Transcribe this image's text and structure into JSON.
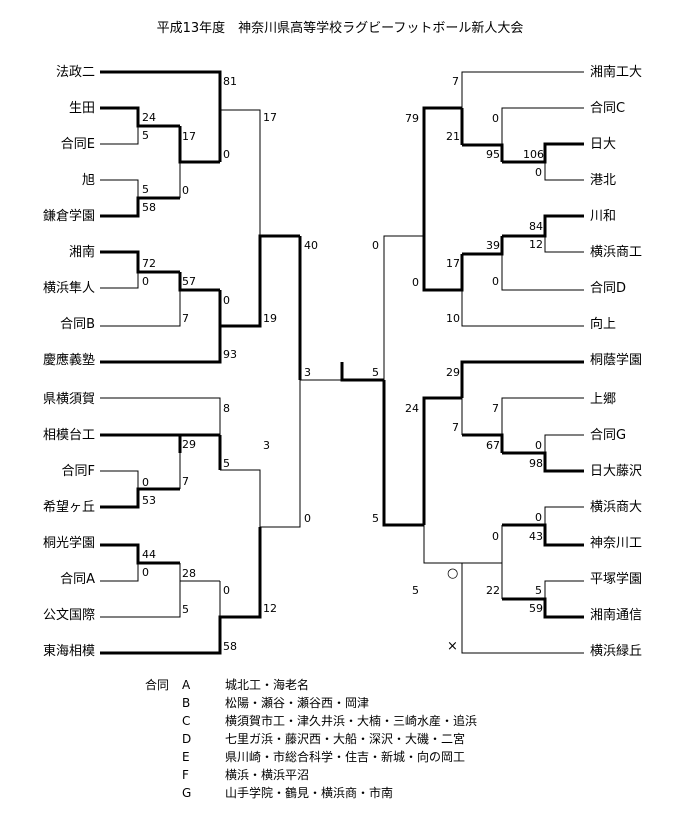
{
  "title": "平成13年度　神奈川県高等学校ラグビーフットボール新人大会",
  "left_teams": [
    "法政二",
    "生田",
    "合同E",
    "旭",
    "鎌倉学園",
    "湘南",
    "横浜隼人",
    "合同B",
    "慶應義塾",
    "県横須賀",
    "相模台工",
    "合同F",
    "希望ヶ丘",
    "桐光学園",
    "合同A",
    "公文国際",
    "東海相模"
  ],
  "right_teams": [
    "湘南工大",
    "合同C",
    "日大",
    "港北",
    "川和",
    "横浜商工",
    "合同D",
    "向上",
    "桐蔭学園",
    "上郷",
    "合同G",
    "日大藤沢",
    "横浜商大",
    "神奈川工",
    "平塚学園",
    "湘南通信",
    "横浜緑丘"
  ],
  "scores": {
    "l_r1_a": "24",
    "l_r1_b": "5",
    "l_r1_c": "5",
    "l_r1_d": "58",
    "l_r1_e": "72",
    "l_r1_f": "0",
    "l_r1_g": "0",
    "l_r1_h": "53",
    "l_r1_i": "44",
    "l_r1_j": "0",
    "l_r2_a": "17",
    "l_r2_b": "0",
    "l_r2_c": "57",
    "l_r2_d": "7",
    "l_r2_e": "29",
    "l_r2_f": "7",
    "l_r2_g": "28",
    "l_r2_h": "5",
    "l_r3_a": "81",
    "l_r3_b": "0",
    "l_r3_c": "0",
    "l_r3_d": "93",
    "l_r3_e": "8",
    "l_r3_f": "5",
    "l_r3_g": "0",
    "l_r3_h": "58",
    "l_r4_a": "17",
    "l_r4_b": "19",
    "l_r4_c": "3",
    "l_r4_d": "12",
    "l_r5_a": "40",
    "l_r5_b": "0",
    "final_l": "3",
    "final_r": "5",
    "r_r1_a": "106",
    "r_r1_b": "0",
    "r_r1_c": "84",
    "r_r1_d": "12",
    "r_r1_e": "0",
    "r_r1_f": "98",
    "r_r1_g": "0",
    "r_r1_h": "43",
    "r_r1_i": "5",
    "r_r1_j": "59",
    "r_r2_a": "0",
    "r_r2_b": "95",
    "r_r2_c": "39",
    "r_r2_d": "0",
    "r_r2_e": "7",
    "r_r2_f": "67",
    "r_r3_a": "7",
    "r_r3_b": "21",
    "r_r3_c": "17",
    "r_r3_d": "10",
    "r_r3_e": "29",
    "r_r3_f": "7",
    "r_r3_g": "0",
    "r_r3_h": "22",
    "r_r4_a": "79",
    "r_r4_b": "0",
    "r_r4_c": "24",
    "r_r4_d": "5",
    "r_r5_a": "0",
    "r_r5_b": "5"
  },
  "special_marks": {
    "circle": "○",
    "cross": "×"
  },
  "legend": {
    "heading": "合同",
    "rows": [
      {
        "key": "A",
        "text": "城北工・海老名"
      },
      {
        "key": "B",
        "text": "松陽・瀬谷・瀬谷西・岡津"
      },
      {
        "key": "C",
        "text": "横須賀市工・津久井浜・大楠・三崎水産・追浜"
      },
      {
        "key": "D",
        "text": "七里ガ浜・藤沢西・大船・深沢・大磯・二宮"
      },
      {
        "key": "E",
        "text": "県川崎・市総合科学・住吉・新城・向の岡工"
      },
      {
        "key": "F",
        "text": "横浜・横浜平沼"
      },
      {
        "key": "G",
        "text": "山手学院・鶴見・横浜商・市南"
      }
    ]
  }
}
